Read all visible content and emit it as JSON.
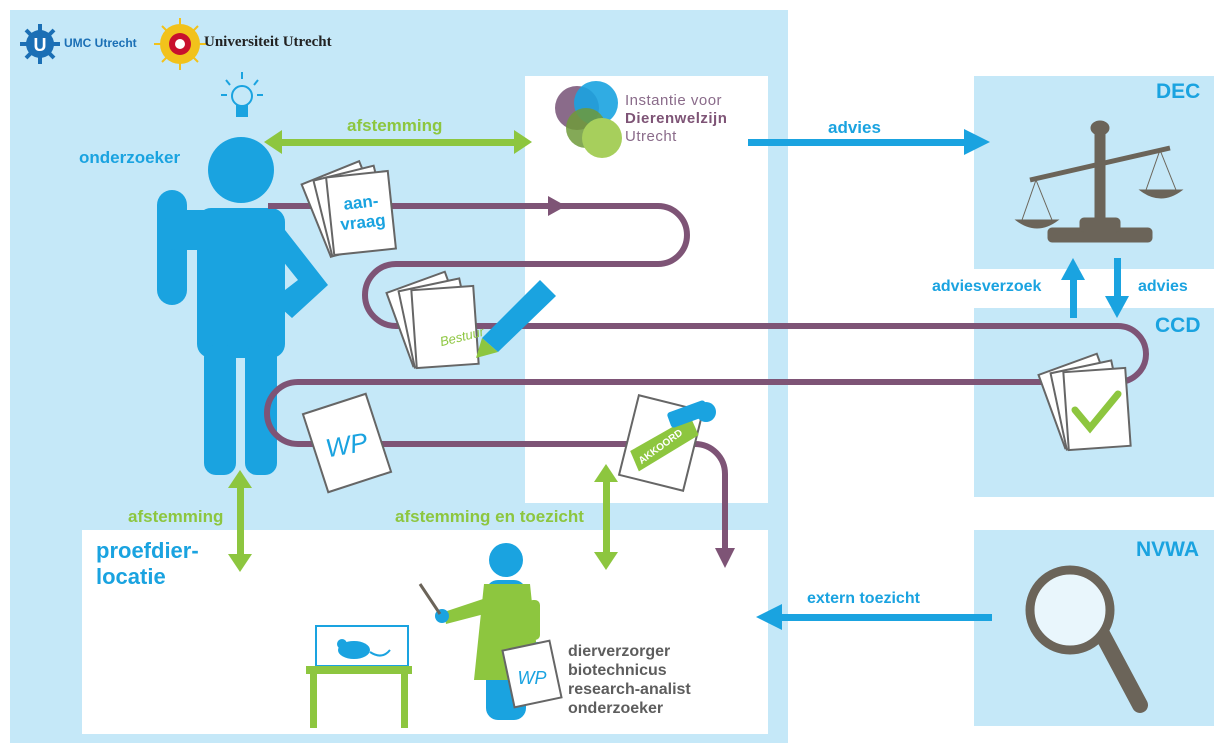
{
  "logos": {
    "umc_label": "UMC Utrecht",
    "uu_label": "Universiteit Utrecht"
  },
  "ivd": {
    "line1": "Instantie voor",
    "line2": "Dierenwelzijn",
    "line3": "Utrecht"
  },
  "labels": {
    "onderzoeker": "onderzoeker",
    "afstemming_top": "afstemming",
    "advies_top": "advies",
    "dec": "DEC",
    "ccd": "CCD",
    "nvwa": "NVWA",
    "adviesverzoek": "adviesverzoek",
    "advies_right": "advies",
    "afstemming_left": "afstemming",
    "afstemming_toezicht": "afstemming en toezicht",
    "extern_toezicht": "extern toezicht",
    "proefdier_line1": "proefdier-",
    "proefdier_line2": "locatie"
  },
  "documents": {
    "aanvraag_line1": "aan-",
    "aanvraag_line2": "vraag",
    "bestuur": "Bestuur",
    "wp": "WP",
    "akkoord": "AKKOORD",
    "wp_small": "WP"
  },
  "roles": [
    "dierverzorger",
    "biotechnicus",
    "research-analist",
    "onderzoeker"
  ],
  "colors": {
    "light_blue_bg": "#c5e8f8",
    "blue": "#1aa3e0",
    "green": "#8dc63f",
    "purple": "#7e5476",
    "dark_gray": "#5d5d5d"
  }
}
